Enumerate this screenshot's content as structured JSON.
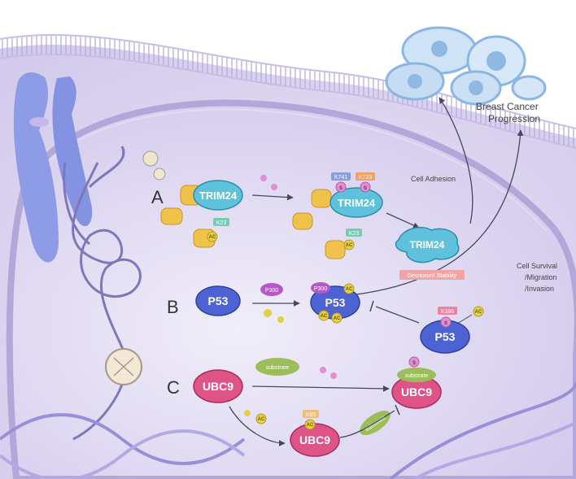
{
  "section_labels": {
    "a": "A",
    "b": "B",
    "c": "C"
  },
  "outcomes": {
    "breast_cancer_line1": "Breast Cancer",
    "breast_cancer_line2": "Progression",
    "cell_adhesion": "Cell Adhesion",
    "survival_line1": "Cell Survival",
    "survival_line2": "/Migration",
    "survival_line3": "/Invasion"
  },
  "panel_a": {
    "protein": "TRIM24",
    "k23": "K23",
    "k741": "K741",
    "k723": "K723",
    "decreased_stability": "Decreased Stability"
  },
  "panel_b": {
    "protein": "P53",
    "p300": "P300",
    "k386": "K386"
  },
  "panel_c": {
    "protein": "UBC9",
    "substrate": "substrate",
    "k65": "K65"
  },
  "modifications": {
    "acetyl": "AC",
    "sumo": "S"
  },
  "colors": {
    "cell_fill": "#d9d2ee",
    "nucleus_fill": "#cfc6ea",
    "membrane": "#b3a6d8",
    "trim24": "#5fc2dc",
    "p53": "#4e63d3",
    "ubc9": "#df5486",
    "p300": "#b457c9",
    "substrate": "#9cbe5a",
    "acetyl": "#e5cf46",
    "sumo": "#e38dd3",
    "k23_tag": "#76cbb4",
    "k741_tag": "#8a9ede",
    "k723_tag": "#f0a16a",
    "k386_tag": "#f07fa6",
    "k65_tag": "#f2bd78",
    "decreased_tag": "#f2a3a3"
  },
  "icons": [
    "chromosome",
    "dna-helix",
    "nucleosome",
    "cancer-cells",
    "activation-arrow",
    "inhibition-bar"
  ]
}
